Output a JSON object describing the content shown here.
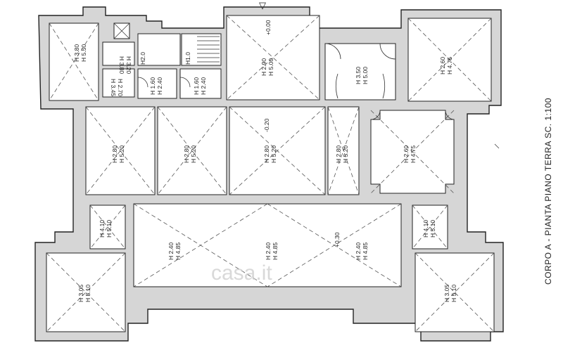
{
  "title": "CORPO A - PIANTA PIANO TERRA SC. 1:100",
  "watermark": "casa.it",
  "marker": "▽",
  "levels": {
    "entrance": "+0.00",
    "central": "-0.20",
    "lower_hall": "+0.30"
  },
  "labels": {
    "r1_a": "H 3.80",
    "r1_b": "H 5.50",
    "r2_a": "H 3.80",
    "r2_b": "H 3.20",
    "r3_a": "H 3.45",
    "r3_b": "H 2.70",
    "r4": "H2.0",
    "r5": "H1.0",
    "r6_a": "H 1.60",
    "r6_b": "H 2.40",
    "r7_a": "H 1.60",
    "r7_b": "H 2.40",
    "r8_a": "H 2.90",
    "r8_b": "H 5.00",
    "r9_a": "H 3.50",
    "r9_b": "H 5.00",
    "r10_a": "H 2.60",
    "r10_b": "H 4.75",
    "r11_a": "H 2.80",
    "r11_b": "H 5.20",
    "r12_a": "H 2.80",
    "r12_b": "H 5.20",
    "r13_a": "H 2.80",
    "r13_b": "H 5.20",
    "r14_a": "H 2.80",
    "r14_b": "H 5.20",
    "r15_a": "H 2.60",
    "r15_b": "H 4.75",
    "r16_a": "H 4.10",
    "r16_b": "H 5.10",
    "r17_a": "H 2.40",
    "r17_b": "H 4.85",
    "r18_a": "H 2.40",
    "r18_b": "H 4.85",
    "r19_a": "H 2.40",
    "r19_b": "H 4.85",
    "r20_a": "H 4.10",
    "r20_b": "H 5.10",
    "r21_a": "H 3.05",
    "r21_b": "H 5.10",
    "r22_a": "H 3.05",
    "r22_b": "H 5.10"
  }
}
